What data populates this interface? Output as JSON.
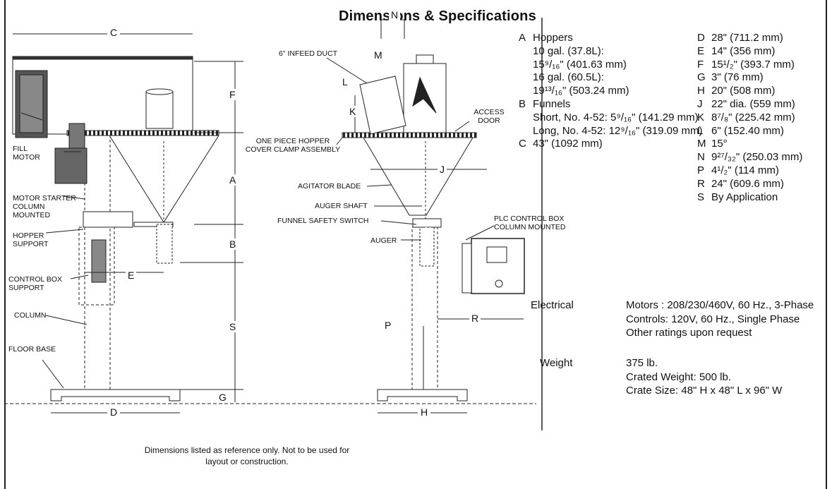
{
  "title": "Dimensions & Specifications",
  "left_callouts": [
    "FILL MOTOR",
    "MOTOR STARTER COLUMN MOUNTED",
    "HOPPER SUPPORT",
    "CONTROL BOX SUPPORT",
    "COLUMN",
    "FLOOR BASE"
  ],
  "center_callouts": [
    "6\" INFEED DUCT",
    "ONE PIECE HOPPER COVER CLAMP ASSEMBLY",
    "AGITATOR BLADE",
    "AUGER SHAFT",
    "FUNNEL SAFETY SWITCH",
    "AUGER",
    "ACCESS DOOR",
    "PLC CONTROL BOX COLUMN MOUNTED"
  ],
  "dim_letters": {
    "C": "C",
    "F": "F",
    "A": "A",
    "B": "B",
    "E": "E",
    "S": "S",
    "G": "G",
    "D": "D",
    "N": "N",
    "M": "M",
    "L": "L",
    "K": "K",
    "J": "J",
    "R": "R",
    "P": "P",
    "H": "H"
  },
  "specs_left": [
    {
      "k": "A",
      "v": "Hoppers"
    },
    {
      "k": "",
      "v": "10 gal. (37.8L):"
    },
    {
      "k": "",
      "v": "15⁹/₁₆\" (401.63 mm)"
    },
    {
      "k": "",
      "v": "16 gal. (60.5L):"
    },
    {
      "k": "",
      "v": "19¹³/₁₆\" (503.24 mm)"
    },
    {
      "k": "B",
      "v": "Funnels"
    },
    {
      "k": "",
      "v": "Short, No. 4-52: 5⁹/₁₆\" (141.29 mm)"
    },
    {
      "k": "",
      "v": "Long, No. 4-52: 12⁹/₁₆\" (319.09 mm)"
    },
    {
      "k": "C",
      "v": "43\" (1092 mm)"
    }
  ],
  "specs_right": [
    {
      "k": "D",
      "v": "28\" (711.2 mm)"
    },
    {
      "k": "E",
      "v": "14\" (356 mm)"
    },
    {
      "k": "F",
      "v": "15¹/₂\" (393.7 mm)"
    },
    {
      "k": "G",
      "v": "3\" (76 mm)"
    },
    {
      "k": "H",
      "v": "20\" (508 mm)"
    },
    {
      "k": "J",
      "v": "22\" dia. (559 mm)"
    },
    {
      "k": "K",
      "v": "8⁷/₈\" (225.42 mm)"
    },
    {
      "k": "L",
      "v": "6\" (152.40 mm)"
    },
    {
      "k": "M",
      "v": "15°"
    },
    {
      "k": "N",
      "v": "9²⁷/₃₂\" (250.03 mm)"
    },
    {
      "k": "P",
      "v": "4¹/₂\" (114 mm)"
    },
    {
      "k": "R",
      "v": "24\" (609.6 mm)"
    },
    {
      "k": "S",
      "v": "By Application"
    }
  ],
  "electrical": {
    "label": "Electrical",
    "lines": [
      "Motors : 208/230/460V, 60 Hz., 3-Phase",
      "Controls: 120V, 60 Hz., Single Phase",
      "Other ratings upon request"
    ]
  },
  "weight": {
    "label": "Weight",
    "lines": [
      "375 lb.",
      "Crated Weight: 500 lb.",
      "Crate Size: 48\" H x 48\" L x 96\" W"
    ]
  },
  "note": "Dimensions listed as reference only. Not to be used for layout or construction."
}
